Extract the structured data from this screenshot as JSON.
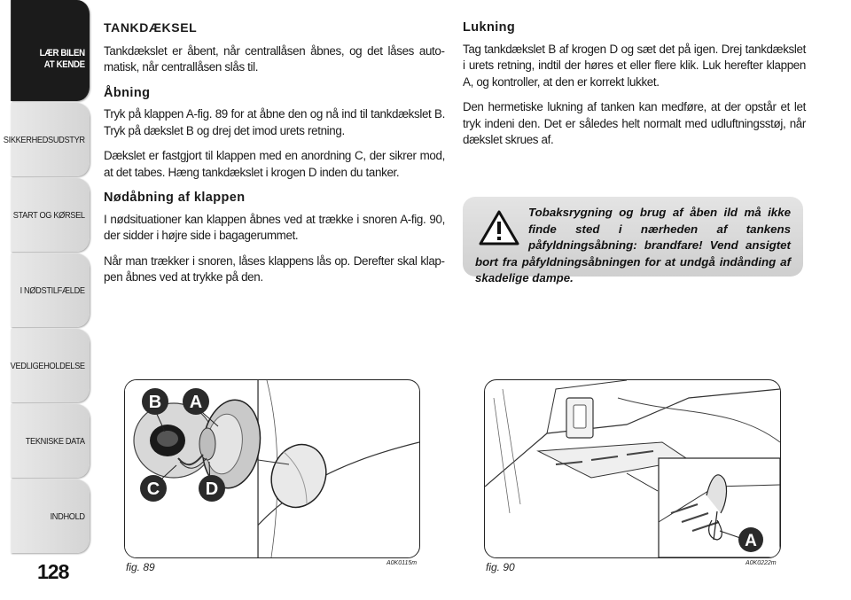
{
  "sidebar": {
    "tabs": [
      {
        "line1": "LÆR BILEN",
        "line2": "AT KENDE"
      },
      {
        "line1": "SIKKERHEDSUDSTYR",
        "line2": ""
      },
      {
        "line1": "START OG KØRSEL",
        "line2": ""
      },
      {
        "line1": "I NØDSTILFÆLDE",
        "line2": ""
      },
      {
        "line1": "VEDLIGEHOLDELSE",
        "line2": ""
      },
      {
        "line1": "TEKNISKE DATA",
        "line2": ""
      },
      {
        "line1": "INDHOLD",
        "line2": ""
      }
    ]
  },
  "page_number": "128",
  "left_column": {
    "title": "TANKDÆKSEL",
    "intro": "Tankdækslet er åbent, når centrallåsen åbnes, og det låses auto­matisk, når centrallåsen slås til.",
    "opening_heading": "Åbning",
    "opening_p1": "Tryk på klappen A-fig. 89 for at åbne den og nå ind til tankdæks­let B. Tryk på dækslet B og drej det imod urets retning.",
    "opening_p2": "Dækslet er fastgjort til klappen med en anordning C, der sikrer mod, at det tabes. Hæng tankdækslet i krogen D inden du tanker.",
    "emergency_heading": "Nødåbning af klappen",
    "emergency_p1": "I nødsituationer kan klappen åbnes ved at trække i snoren A-fig. 90, der sidder i højre side i bagagerummet.",
    "emergency_p2": "Når man trækker i snoren, låses klappens lås op. Derefter skal klap­pen åbnes ved at trykke på den."
  },
  "right_column": {
    "closing_heading": "Lukning",
    "closing_p1": "Tag tankdækslet B af krogen D og sæt det på igen. Drej tankdækslet i urets retning, indtil der høres et eller flere klik. Luk herefter klap­pen A, og kontroller, at den er korrekt lukket.",
    "closing_p2": "Den hermetiske lukning af tanken kan medføre, at der opstår et let tryk indeni den. Det er således helt normalt med udluftningsstøj, når dækslet skrues af."
  },
  "warning": {
    "text": "Tobaksrygning og brug af åben ild må ikke finde sted i nærheden af tankens påfyldningsåbning: brandfare! Vend ansigtet bort fra påfyldning­såbningen for at undgå indånding af skadelige dampe."
  },
  "figures": [
    {
      "label": "fig. 89",
      "code": "A0K0115m",
      "callouts": [
        "B",
        "A",
        "C",
        "D"
      ]
    },
    {
      "label": "fig. 90",
      "code": "A0K0222m",
      "callouts": [
        "A"
      ]
    }
  ]
}
